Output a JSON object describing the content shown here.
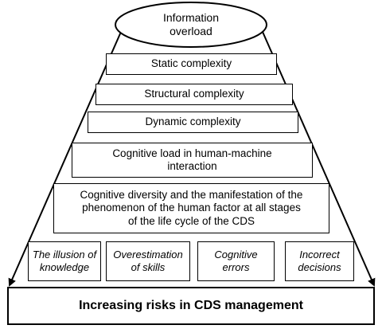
{
  "top": {
    "label": "Information\noverload"
  },
  "levels": [
    {
      "label": "Static complexity"
    },
    {
      "label": "Structural complexity"
    },
    {
      "label": "Dynamic complexity"
    },
    {
      "label": "Cognitive load in human-machine\ninteraction"
    },
    {
      "label": "Cognitive diversity and the manifestation of the\nphenomenon of the human factor at all stages\nof the life cycle of the CDS"
    }
  ],
  "outcomes": [
    {
      "label": "The illusion of\nknowledge"
    },
    {
      "label": "Overestimation\nof skills"
    },
    {
      "label": "Cognitive\nerrors"
    },
    {
      "label": "Incorrect\ndecisions"
    }
  ],
  "bottom": {
    "label": "Increasing risks in CDS management"
  }
}
